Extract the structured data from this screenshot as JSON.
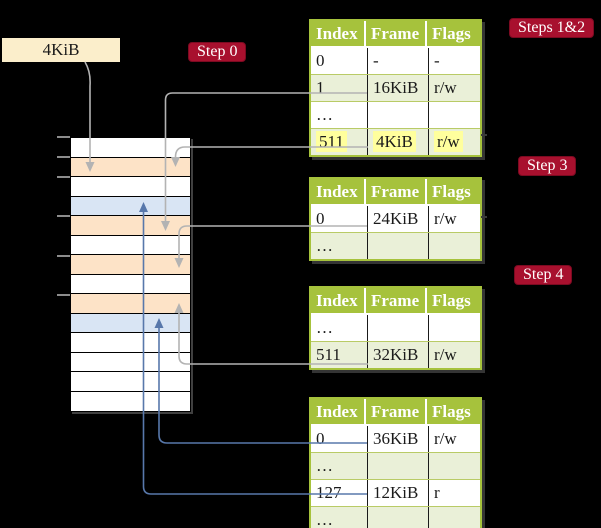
{
  "colors": {
    "background": "#000000",
    "green": "#a6c23c",
    "green_row": "#eaf0d8",
    "row_separator": "#b9cb66",
    "orange": "#fde3c7",
    "blue_row": "#d9e5f4",
    "yellow_highlight": "#ffff9d",
    "badge_red": "#a8102e",
    "badge_border": "#7c0a21",
    "cream": "#fbeecb",
    "gray_line": "#b3b3b3",
    "blue_line": "#5878ab"
  },
  "label_4kib": "4KiB",
  "badges": {
    "step0": "Step 0",
    "steps12": "Steps 1&2",
    "step3": "Step 3",
    "step4": "Step 4"
  },
  "memory_stack": {
    "row_colors": [
      "white",
      "orange",
      "white",
      "blue",
      "orange",
      "white",
      "orange",
      "white",
      "orange",
      "blue",
      "white",
      "white",
      "white",
      "white"
    ]
  },
  "tables": {
    "t1": {
      "headers": [
        "Index",
        "Frame",
        "Flags"
      ],
      "rows": [
        {
          "cells": [
            "0",
            "-",
            "-"
          ]
        },
        {
          "cells": [
            "1",
            "16KiB",
            "r/w"
          ]
        },
        {
          "cells": [
            "…",
            "",
            ""
          ]
        },
        {
          "cells": [
            "511",
            "4KiB",
            "r/w"
          ]
        }
      ]
    },
    "t2": {
      "headers": [
        "Index",
        "Frame",
        "Flags"
      ],
      "rows": [
        {
          "cells": [
            "0",
            "24KiB",
            "r/w"
          ]
        },
        {
          "cells": [
            "…",
            "",
            ""
          ]
        }
      ]
    },
    "t3": {
      "headers": [
        "Index",
        "Frame",
        "Flags"
      ],
      "rows": [
        {
          "cells": [
            "…",
            "",
            ""
          ]
        },
        {
          "cells": [
            "511",
            "32KiB",
            "r/w"
          ]
        }
      ]
    },
    "t4": {
      "headers": [
        "Index",
        "Frame",
        "Flags"
      ],
      "rows": [
        {
          "cells": [
            "0",
            "36KiB",
            "r/w"
          ]
        },
        {
          "cells": [
            "…",
            "",
            ""
          ]
        },
        {
          "cells": [
            "127",
            "12KiB",
            "r"
          ]
        },
        {
          "cells": [
            "…",
            "",
            ""
          ]
        }
      ]
    }
  }
}
